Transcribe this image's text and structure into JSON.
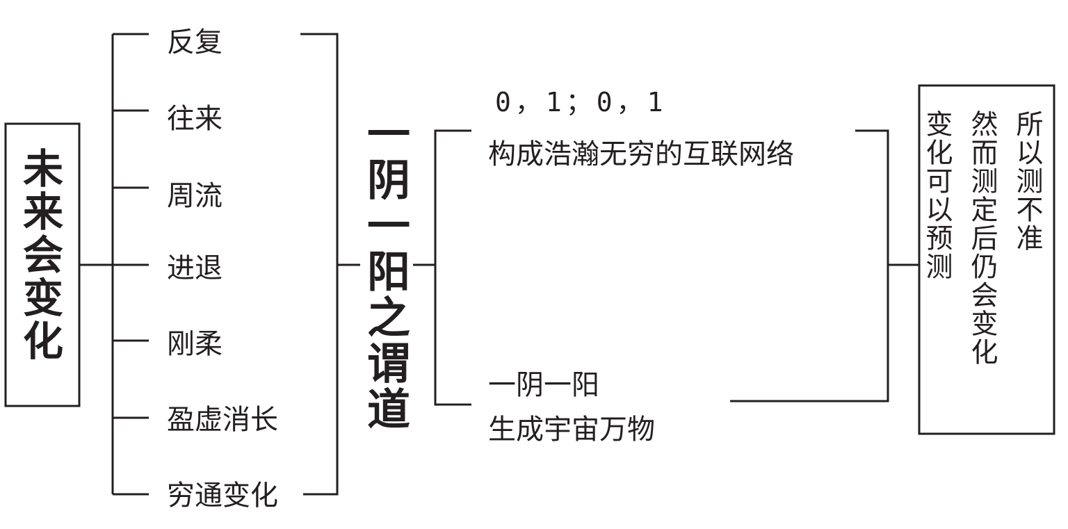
{
  "left_title": "未来会变化",
  "items": [
    "反复",
    "往来",
    "周流",
    "进退",
    "刚柔",
    "盈虚消长",
    "穷通变化"
  ],
  "center_title": "一阴一阳之谓道",
  "binary_label": "0，1；0，1",
  "network_label": "构成浩瀚无穷的互联网络",
  "yin_yang_line1": "一阴一阳",
  "yin_yang_line2": "生成宇宙万物",
  "right_box": {
    "col1": "所以测不准",
    "col2": "然而测定后仍会变化",
    "col3": "变化可以预测"
  },
  "colors": {
    "ink": "#231f20",
    "background": "#ffffff"
  }
}
